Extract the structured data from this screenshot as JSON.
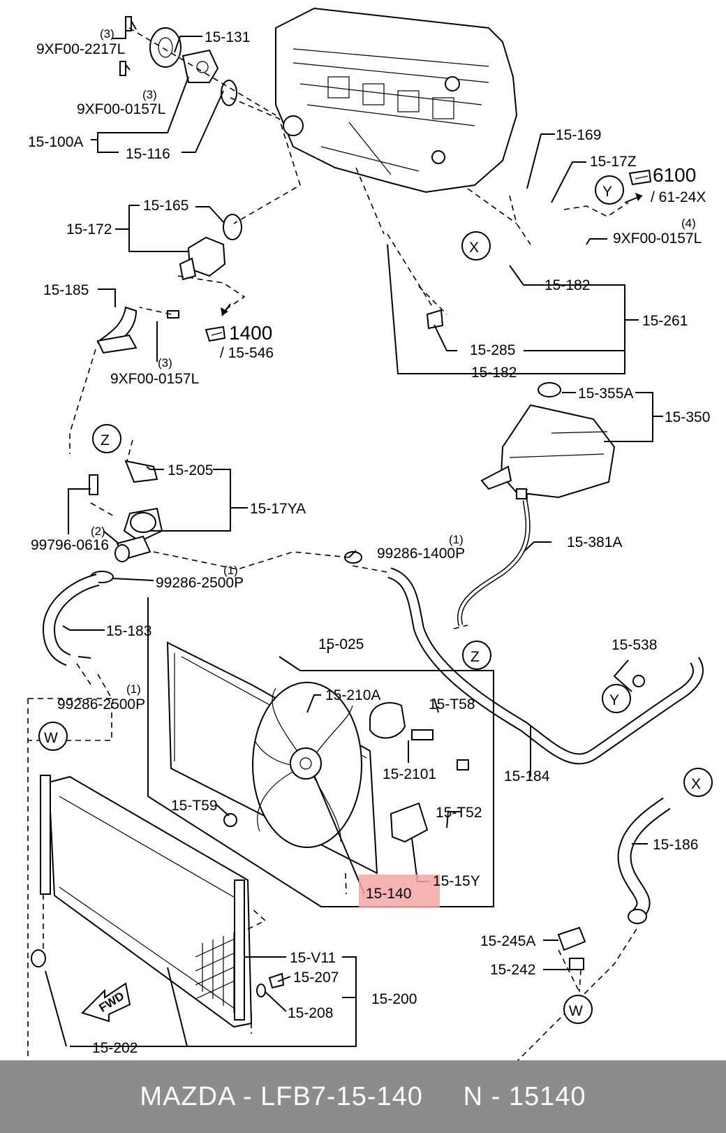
{
  "diagram": {
    "highlight_color": "#f4a6a6",
    "highlighted_part": "15-140",
    "parts": {
      "p9xf2217": "9XF00-2217L",
      "p9xf0157_top": "9XF00-0157L",
      "p15131": "15-131",
      "p15100a": "15-100A",
      "p15116": "15-116",
      "p15165": "15-165",
      "p15172": "15-172",
      "p15185": "15-185",
      "p9xf0157_mid": "9XF00-0157L",
      "p1400": "1400",
      "p15546": "/ 15-546",
      "p15169": "15-169",
      "p1517z": "15-17Z",
      "p6100": "6100",
      "p6124x": "/ 61-24X",
      "p9xf0157_right": "9XF00-0157L",
      "p15182a": "15-182",
      "p15261": "15-261",
      "p15285": "15-285",
      "p15182b": "15-182",
      "p15355a": "15-355A",
      "p15350": "15-350",
      "p15205": "15-205",
      "p1517ya": "15-17YA",
      "p99796": "99796-0616",
      "p99286_1400": "99286-1400P",
      "p99286_2500a": "99286-2500P",
      "p15381a": "15-381A",
      "p15183": "15-183",
      "p99286_2500b": "99286-2500P",
      "p15025": "15-025",
      "p15538": "15-538",
      "p15210a": "15-210A",
      "p15t58": "15-T58",
      "p152101": "15-2101",
      "p15184": "15-184",
      "p15t59": "15-T59",
      "p15t52": "15-T52",
      "p15186": "15-186",
      "p15140": "15-140",
      "p1515y": "15-15Y",
      "p15245a": "15-245A",
      "p15242": "15-242",
      "p15v11": "15-V11",
      "p15207": "15-207",
      "p15200": "15-200",
      "p15208": "15-208",
      "p15202": "15-202"
    },
    "quantities": {
      "q3a": "(3)",
      "q3b": "(3)",
      "q3c": "(3)",
      "q4": "(4)",
      "q2": "(2)",
      "q1a": "(1)",
      "q1b": "(1)",
      "q1c": "(1)"
    },
    "callouts": {
      "x_top": "X",
      "y_top": "Y",
      "z_left": "Z",
      "z_mid": "Z",
      "y_right": "Y",
      "w_left": "W",
      "x_right": "X",
      "w_bottom": "W"
    },
    "fwd_label": "FWD"
  },
  "footer": {
    "text": "MAZDA - LFB7-15-140     N - 15140",
    "background": "#8c8c8c"
  }
}
